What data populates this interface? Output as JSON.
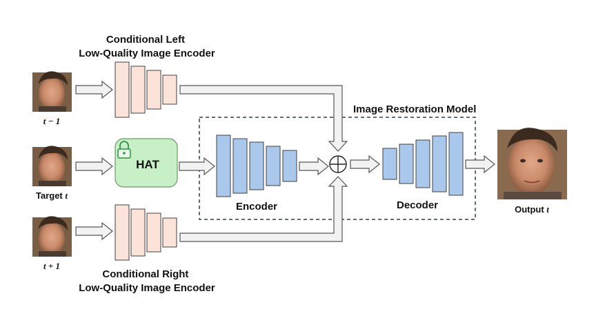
{
  "labels": {
    "left_encoder_line1": "Conditional Left",
    "left_encoder_line2": "Low-Quality Image Encoder",
    "right_encoder_line1": "Conditional Right",
    "right_encoder_line2": "Low-Quality Image Encoder",
    "model_title": "Image Restoration Model",
    "hat": "HAT",
    "encoder": "Encoder",
    "decoder": "Decoder"
  },
  "frames": {
    "prev": {
      "math": "t − 1"
    },
    "target": {
      "prefix": "Target ",
      "math": "t"
    },
    "next": {
      "math": "t + 1"
    },
    "output": {
      "prefix": "Output ",
      "math": "t"
    }
  },
  "colors": {
    "lq_encoder_fill": "#fbe3d9",
    "restoration_block_fill": "#a9c8ec",
    "hat_fill": "#c8f0c6",
    "hat_stroke": "#6c9a66",
    "lock_icon": "#2f8f4a",
    "arrow_fill": "#f2f2f2",
    "dashed_border": "#2c3e50"
  },
  "icons": {
    "hat_lock": "lock-icon",
    "fusion": "circled-plus-icon"
  }
}
